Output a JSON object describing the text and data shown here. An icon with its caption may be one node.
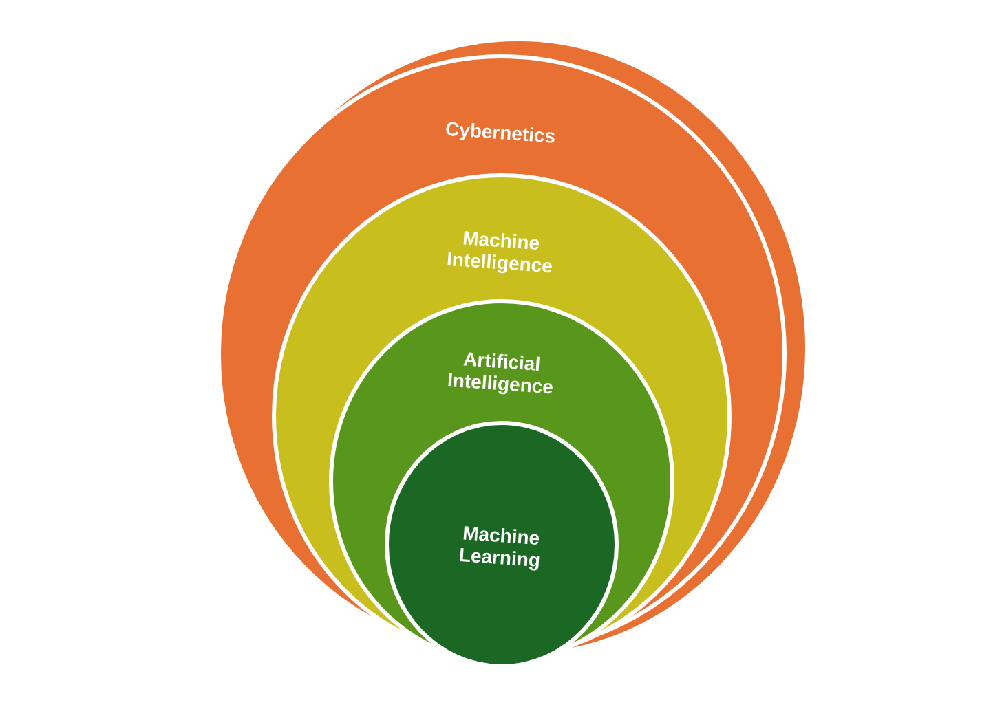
{
  "diagram": {
    "nodes": [
      {
        "text": [
          "Cybernetics"
        ]
      },
      {
        "text": [
          "Machine Intelligence"
        ],
        "in": 0
      },
      {
        "text": [
          "Artificial Intelligence"
        ],
        "in": 1
      },
      {
        "text": [
          "Machine Learning"
        ],
        "in": 2
      }
    ]
  }
}
